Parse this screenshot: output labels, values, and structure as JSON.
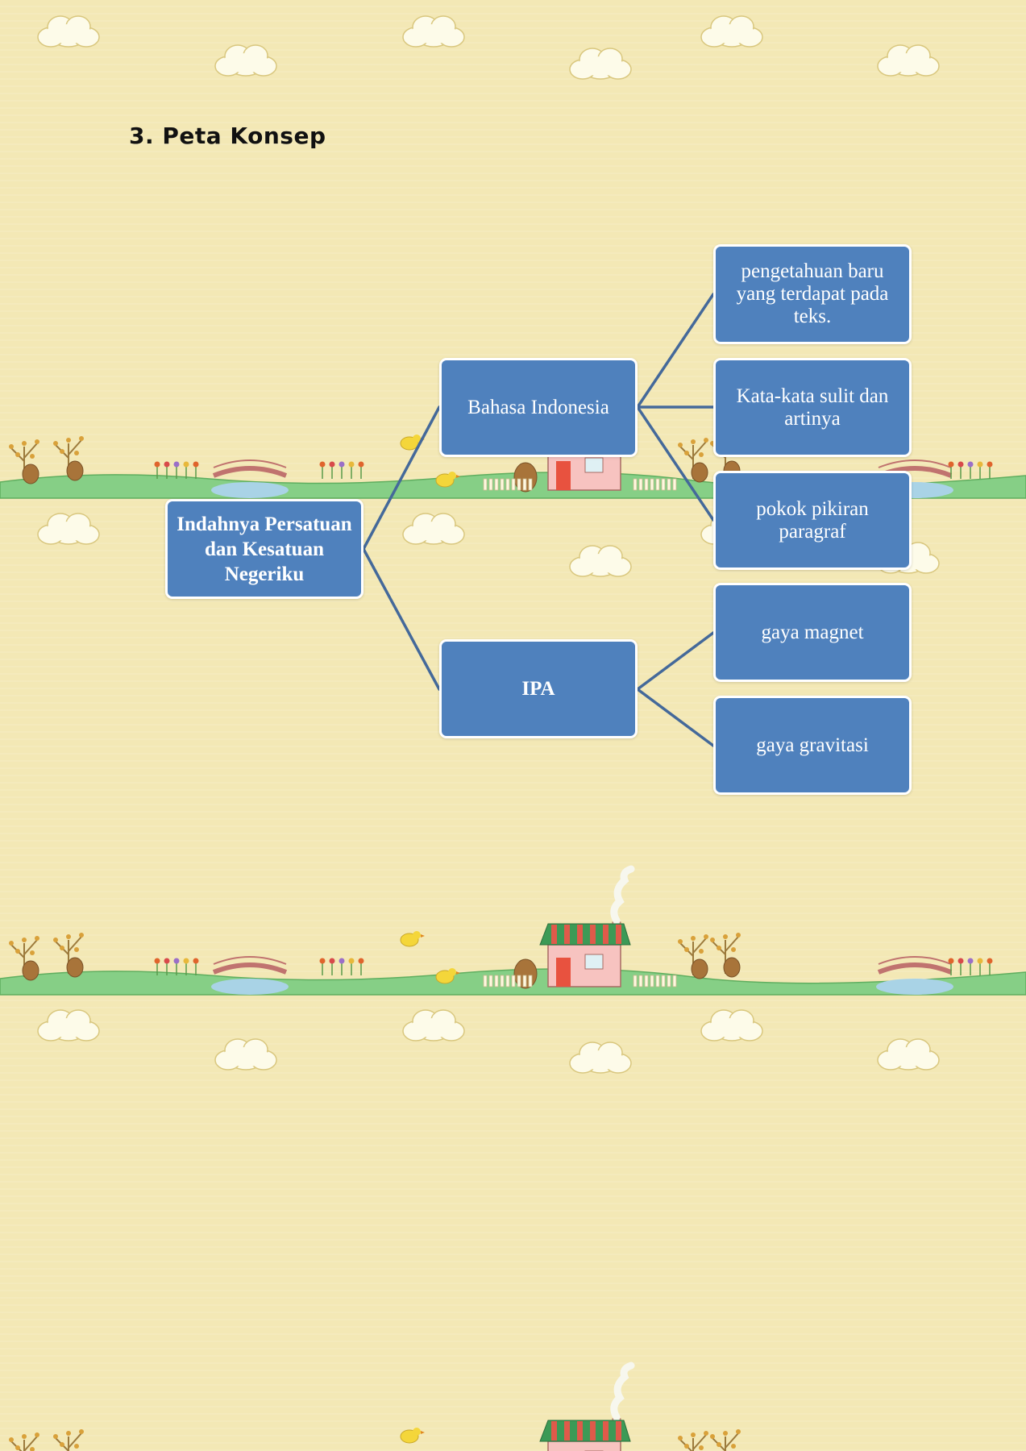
{
  "heading": "3. Peta Konsep",
  "colors": {
    "background": "#f3e8b5",
    "node_fill": "#4f81bd",
    "node_border": "#ffffff",
    "connector": "#44699a",
    "ground": "#86cf86"
  },
  "decorations": {
    "cloud_icon": "cloud-icon",
    "house_icon": "house-icon",
    "tree_icon": "tree-icon",
    "bridge_icon": "bridge-icon",
    "bird_icon": "bird-icon"
  },
  "concept_map": {
    "root": {
      "label": "Indahnya Persatuan dan Kesatuan Negeriku"
    },
    "branches": [
      {
        "label": "Bahasa Indonesia",
        "children": [
          "pengetahuan baru yang terdapat pada teks.",
          "Kata-kata sulit dan artinya",
          "pokok pikiran paragraf"
        ]
      },
      {
        "label": "IPA",
        "children": [
          "gaya magnet",
          "gaya gravitasi"
        ]
      }
    ]
  }
}
